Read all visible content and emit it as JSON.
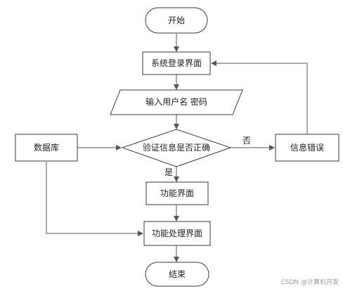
{
  "nodes": {
    "start": "开始",
    "login_screen": "系统登录界面",
    "input_credentials": "输入用户名 密码",
    "verify": "验证信息是否正确",
    "database": "数据库",
    "error": "信息错误",
    "function_screen": "功能界面",
    "processing_screen": "功能处理界面",
    "end": "结束"
  },
  "edge_labels": {
    "no": "否",
    "yes": "是"
  },
  "watermark": "CSDN @计算机开发"
}
